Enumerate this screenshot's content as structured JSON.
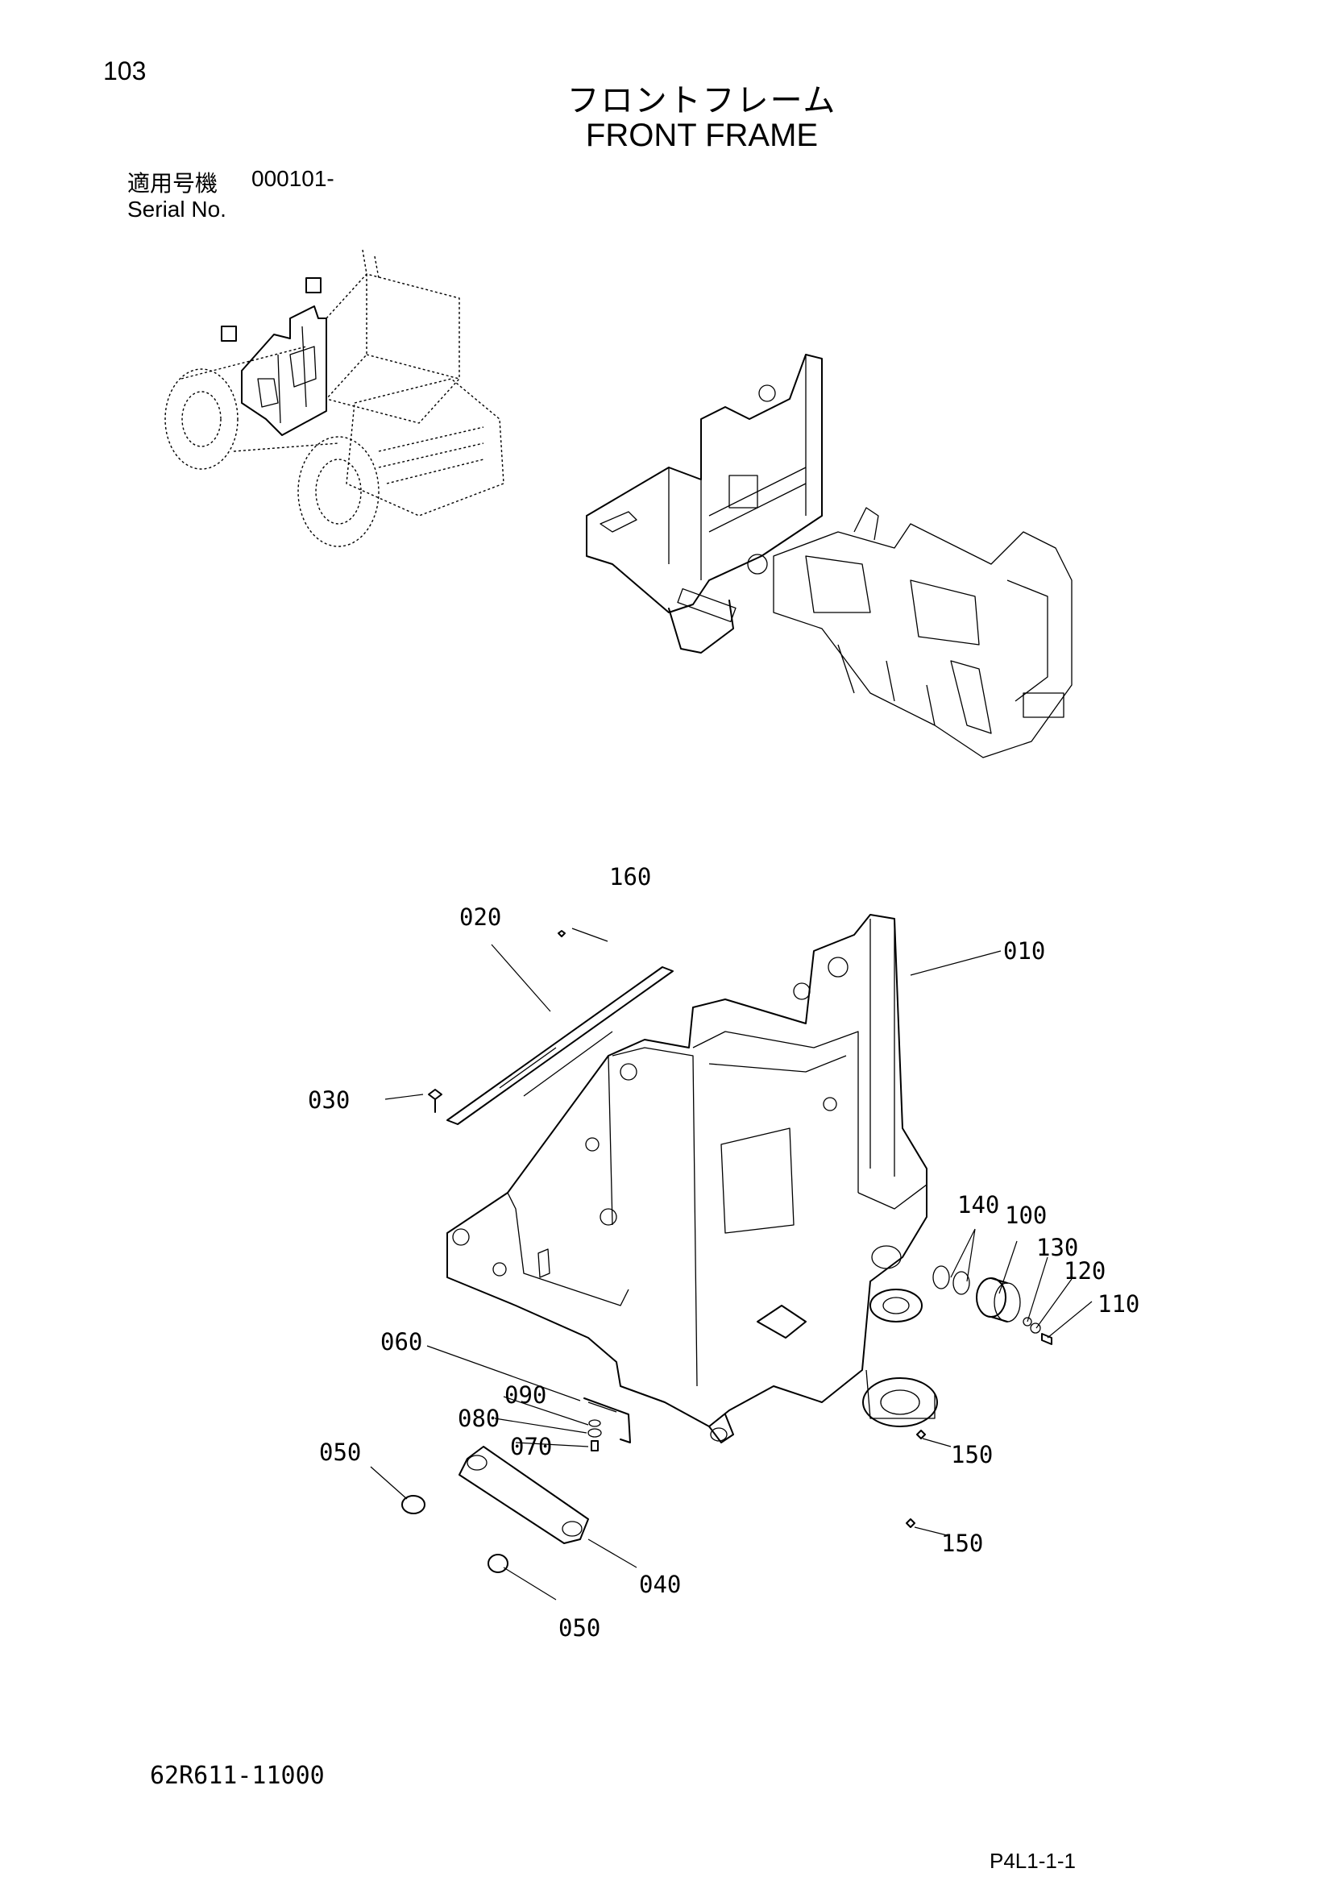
{
  "header": {
    "page_number": "103",
    "title_ja": "フロントフレーム",
    "title_en": "FRONT FRAME",
    "serial_label_ja": "適用号機",
    "serial_value": "000101-",
    "serial_label_en": "Serial No."
  },
  "callouts": [
    {
      "id": "c160",
      "label": "160"
    },
    {
      "id": "c020",
      "label": "020"
    },
    {
      "id": "c010",
      "label": "010"
    },
    {
      "id": "c030",
      "label": "030"
    },
    {
      "id": "c140",
      "label": "140"
    },
    {
      "id": "c100",
      "label": "100"
    },
    {
      "id": "c130",
      "label": "130"
    },
    {
      "id": "c120",
      "label": "120"
    },
    {
      "id": "c110",
      "label": "110"
    },
    {
      "id": "c060",
      "label": "060"
    },
    {
      "id": "c090",
      "label": "090"
    },
    {
      "id": "c080",
      "label": "080"
    },
    {
      "id": "c070",
      "label": "070"
    },
    {
      "id": "c050a",
      "label": "050"
    },
    {
      "id": "c150a",
      "label": "150"
    },
    {
      "id": "c040",
      "label": "040"
    },
    {
      "id": "c150b",
      "label": "150"
    },
    {
      "id": "c050b",
      "label": "050"
    }
  ],
  "footer": {
    "doc_number": "62R611-11000",
    "page_ref": "P4L1-1-1"
  }
}
